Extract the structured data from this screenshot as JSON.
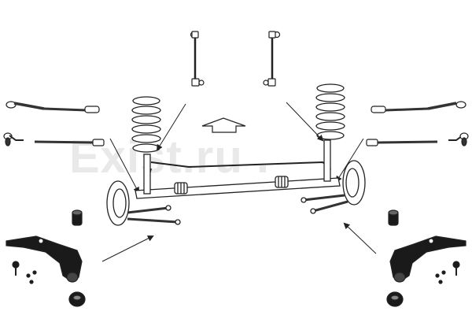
{
  "watermark": {
    "text": "Exist.ru",
    "suffix": ".",
    "color": "#e6e6e6"
  },
  "palette": {
    "line": "#222222",
    "part_fill": "#ffffff",
    "dark_part": "#1a1a1a",
    "arrow_fill": "#ffffff"
  },
  "parts": [
    "stabilizer-link-left",
    "stabilizer-link-right",
    "coil-spring-left",
    "coil-spring-right",
    "tie-rod-left",
    "tie-rod-right",
    "tie-rod-end-left",
    "tie-rod-end-right",
    "control-arm-left",
    "control-arm-right",
    "ball-joint-left",
    "ball-joint-right",
    "bushing-left",
    "bushing-right",
    "axle-assembly"
  ]
}
